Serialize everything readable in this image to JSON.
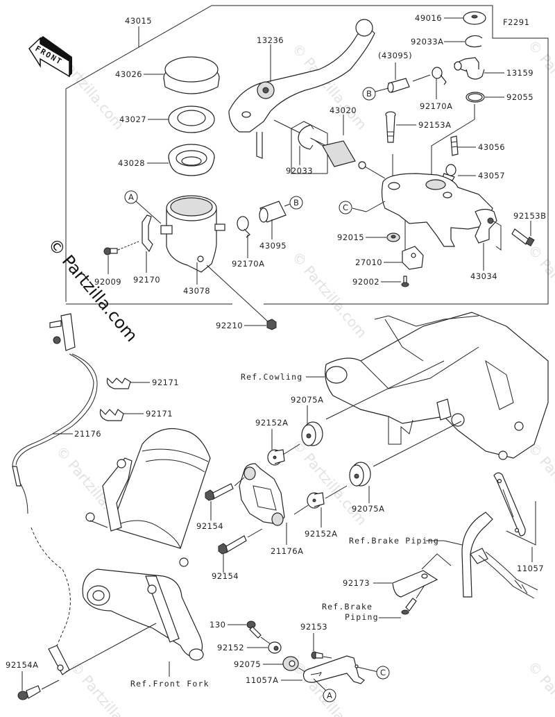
{
  "diagram": {
    "figure_code": "F2291",
    "front_indicator": "FRONT",
    "watermark": "© Partzilla.com",
    "callouts": {
      "A": "A",
      "B": "B",
      "C": "C"
    },
    "parts": {
      "p43015": "43015",
      "p43026": "43026",
      "p43027": "43027",
      "p43028": "43028",
      "p13236": "13236",
      "p49016": "49016",
      "p92033A": "92033A",
      "p43095_paren": "(43095)",
      "p13159": "13159",
      "p92055": "92055",
      "p92170A_top": "92170A",
      "p43020": "43020",
      "p92153A": "92153A",
      "p92033": "92033",
      "p43056": "43056",
      "p43057": "43057",
      "p92153B": "92153B",
      "p92015": "92015",
      "p27010": "27010",
      "p92002": "92002",
      "p43034": "43034",
      "p92009": "92009",
      "p92170": "92170",
      "p43078": "43078",
      "p92170A_mid": "92170A",
      "p43095": "43095",
      "p92210": "92210",
      "p92171_a": "92171",
      "p92171_b": "92171",
      "p21176": "21176",
      "p92075A_top": "92075A",
      "p92152A_top": "92152A",
      "p92075A_bot": "92075A",
      "p92152A_bot": "92152A",
      "p92154_top": "92154",
      "p92154_bot": "92154",
      "p21176A": "21176A",
      "p11057": "11057",
      "p92173": "92173",
      "p130": "130",
      "p92153": "92153",
      "p92152": "92152",
      "p92075": "92075",
      "p11057A": "11057A",
      "p92154A": "92154A"
    },
    "references": {
      "cowling": "Ref.Cowling",
      "brake_piping": "Ref.Brake Piping",
      "brake_piping_2a": "Ref.Brake",
      "brake_piping_2b": "Piping",
      "front_fork": "Ref.Front Fork"
    }
  }
}
